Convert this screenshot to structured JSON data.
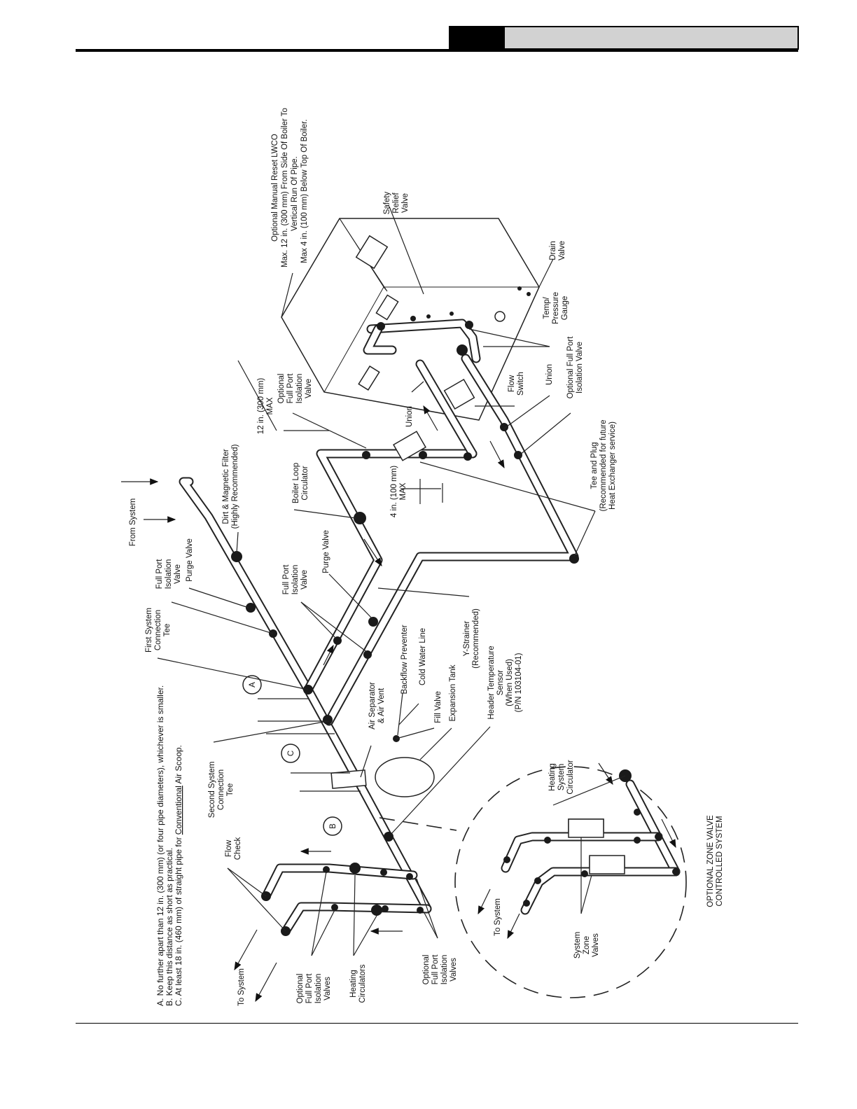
{
  "notes": {
    "a": "A. No further apart than 12 in. (300 mm) (or four pipe diameters), whichever is smaller.",
    "b": "B. Keep this distance as short as practical.",
    "c_prefix": "C. At least 18 in. (460 mm) of straight pipe for ",
    "c_underlined": "Conventional",
    "c_suffix": " Air Scoop."
  },
  "dimension_markers": [
    "A",
    "C",
    "B"
  ],
  "labels": {
    "lwco_1": "Optional Manual Reset LWCO",
    "lwco_2": "Max. 12 in. (300 mm) From Side Of Boiler To",
    "lwco_3": "Vertical Run Of Pipe.",
    "lwco_4": "Max 4 in. (100 mm) Below Top Of Boiler.",
    "safety_1": "Safety",
    "safety_2": "Relief",
    "safety_3": "Valve",
    "drain_1": "Drain",
    "drain_2": "Valve",
    "tp_1": "Temp/",
    "tp_2": "Pressure",
    "tp_3": "Gauge",
    "flow_switch_1": "Flow",
    "flow_switch_2": "Switch",
    "union_right": "Union",
    "ofp_iso_1": "Optional Full Port",
    "ofp_iso_2": "Isolation Valve",
    "tee_plug_1": "Tee and Plug",
    "tee_plug_2": "(Recommended for future",
    "tee_plug_3": "Heat Exchanger service)",
    "dim12_1": "12 in. (300 mm)",
    "dim12_2": "MAX",
    "ofpiv_1": "Optional",
    "ofpiv_2": "Full Port",
    "ofpiv_3": "Isolation",
    "ofpiv_4": "Valve",
    "union_left": "Union",
    "dim4_1": "4 in. (100 mm)",
    "dim4_2": "MAX",
    "blc_1": "Boiler Loop",
    "blc_2": "Circulator",
    "dirt_1": "Dirt & Magnetic Filter",
    "dirt_2": "(Highly Recommended)",
    "from_system": "From System",
    "purge_top": "Purge Valve",
    "fpiv_top_1": "Full Port",
    "fpiv_top_2": "Isolation",
    "fpiv_top_3": "Valve",
    "first_tee_1": "First System",
    "first_tee_2": "Connection",
    "first_tee_3": "Tee",
    "fpiv_mid_1": "Full Port",
    "fpiv_mid_2": "Isolation",
    "fpiv_mid_3": "Valve",
    "purge_mid": "Purge Valve",
    "ystrainer_1": "Y-Strainer",
    "ystrainer_2": "(Recommended)",
    "cold_water": "Cold Water Line",
    "backflow": "Backflow Preventer",
    "fill_valve": "Fill Valve",
    "exp_tank": "Expansion Tank",
    "air_sep_1": "Air Separator",
    "air_sep_2": "& Air Vent",
    "hts_1": "Header Temperature",
    "hts_2": "Sensor",
    "hts_3": "(When Used)",
    "hts_4": "(P/N 103104-01)",
    "second_tee_1": "Second System",
    "second_tee_2": "Connection",
    "second_tee_3": "Tee",
    "flow_check_1": "Flow",
    "flow_check_2": "Check",
    "to_system_left": "To System",
    "ofpiv_left_1": "Optional",
    "ofpiv_left_2": "Full Port",
    "ofpiv_left_3": "Isolation",
    "ofpiv_left_4": "Valves",
    "heat_circ_1": "Heating",
    "heat_circ_2": "Circulators",
    "ofpiv_bot_1": "Optional",
    "ofpiv_bot_2": "Full Port",
    "ofpiv_bot_3": "Isolation",
    "ofpiv_bot_4": "Valves",
    "hsc_1": "Heating",
    "hsc_2": "System",
    "hsc_3": "Circulator",
    "to_system_zone": "To System",
    "szv_1": "System",
    "szv_2": "Zone",
    "szv_3": "Valves",
    "ozv_1": "OPTIONAL ZONE VALVE",
    "ozv_2": "CONTROLLED SYSTEM"
  }
}
